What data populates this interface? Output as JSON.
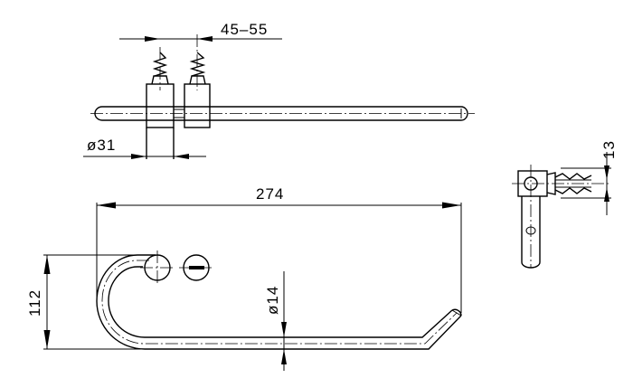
{
  "dimensions": {
    "mount_spacing": "45–55",
    "rod_diameter_top": "ø31",
    "overall_width": "274",
    "overall_height": "112",
    "tube_diameter": "ø14",
    "side_depth": "13"
  },
  "colors": {
    "line": "#000000",
    "background": "#ffffff"
  }
}
